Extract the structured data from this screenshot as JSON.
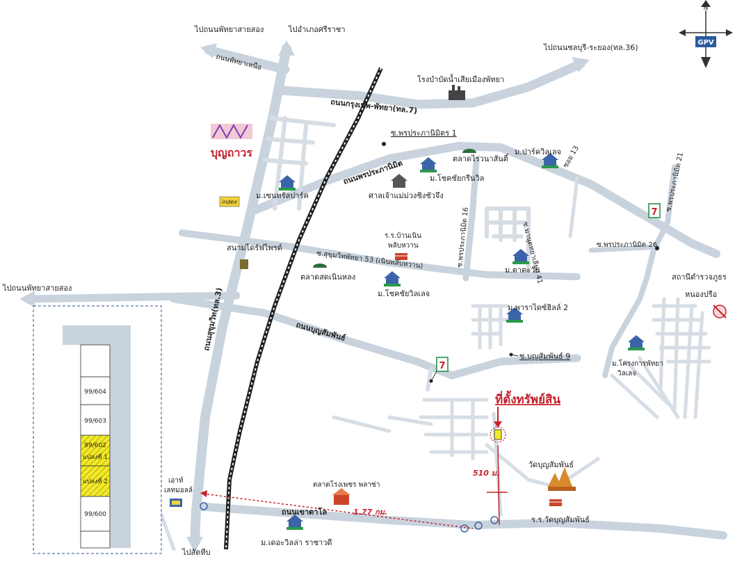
{
  "labels": {
    "to_pattaya_2_top": "ไปถนนพัทยาสายสอง",
    "to_sriracha": "ไปอำเภอศรีราชา",
    "to_chonburi_rayong": "ไปถนนชลบุรี-ระยอง(ทล.36)",
    "pattaya_nuea_rd": "ถนนพัทยาเหนือ",
    "bangkok_pattaya_rd": "ถนนกรุงเทพ-พัทยา(ทล.7)",
    "wastewater_plant": "โรงบำบัดน้ำเสียเมืองพัทยา",
    "boonthavorn": "บุญถาวร",
    "index": "index",
    "soi_phonprapha_mit_1": "ซ.พรประภานิมิตร 1",
    "phonprapha_rd": "ถนนพรประภานิมิต",
    "rai_wana_market": "ตลาดไร่วนาสันติ์",
    "park_village": "ม.ปาร์ควิลเลจ",
    "soi_13": "ซอย 13",
    "chokchai_green_ville": "ม.โชคชัยกรีนวิล",
    "shrine": "ศาลเจ้าแม่ม่วงชิงชัวจึง",
    "central_park": "ม.เซนทรัลปาร์ค",
    "soi_phonprapha_16": "ซ.พรประภานิมิต 16",
    "soi_manudtaya_41": "ซ.มานุดทยาเลียบ 41",
    "soi_phonprapha_21": "ซ.พรประภานิมิต 21",
    "soi_phonprapha_26": "ซ.พรประภานิมิต 26",
    "school_ban_noen": "ร.ร.บ้านเนิน\nพลับหวาน",
    "drive_range": "สนามไดร์ฟไพรด์",
    "soi_sukhumvit_53": "ซ.สุขุมวิทพัทยา 53 (เนินพลับหวาน)",
    "noen_plub_market": "ตลาดสดเนินหลง",
    "chokchai_village": "ม.โชคชัยวิลเลจ",
    "tawan_village": "ม.ตาตะวัน",
    "police_station": "สถานีตำรวจภูธร\nหนองปรือ",
    "to_pattaya_2_left": "ไปถนนพัทยาสายสอง",
    "sukhumvit_rd": "ถนนสุขุมวิท(ทล.3)",
    "paradise_hill": "ม.พาราไดซ์ฮิลล์ 2",
    "boonsamphan_rd": "ถนนบุญสัมพันธ์",
    "soi_boonsamphan_9": "ซ.บุญสัมพันธ์ 9",
    "pattaya_village_project": "ม.โครงการพัทยา\nวิลเลจ",
    "property_location": "ที่ตั้งทรัพย์สิน",
    "dist_510": "510 ม.",
    "dist_177": "1.77 กม.",
    "wat_boonsamphan": "วัดบุญสัมพันธ์",
    "outlet_mall": "เอาท์\nเลทมอลล์",
    "rong_pet_plaza": "ตลาดโรงเพชร พลาซ่า",
    "khao_talo_rd": "ถนนเขาตาโล",
    "school_wat_boonsamphan": "ร.ร.วัดบุญสัมพันธ์",
    "the_villa_rachawadee": "ม.เดอะวิลล่า ราชาวดี",
    "to_sattahip": "ไปสัตหีบ",
    "compass_n": "N",
    "compass_brand": "GPV"
  },
  "inset": {
    "lots": [
      "99/604",
      "99/603",
      "99/602",
      "แปลงที่ 1",
      "แปลงที่ 2",
      "99/600"
    ]
  },
  "colors": {
    "road": "#c9d3dd",
    "accent_red": "#c4202c",
    "property_yellow": "#f3ea2a",
    "seven_green": "#1c8a3c",
    "railway": "#222222"
  }
}
